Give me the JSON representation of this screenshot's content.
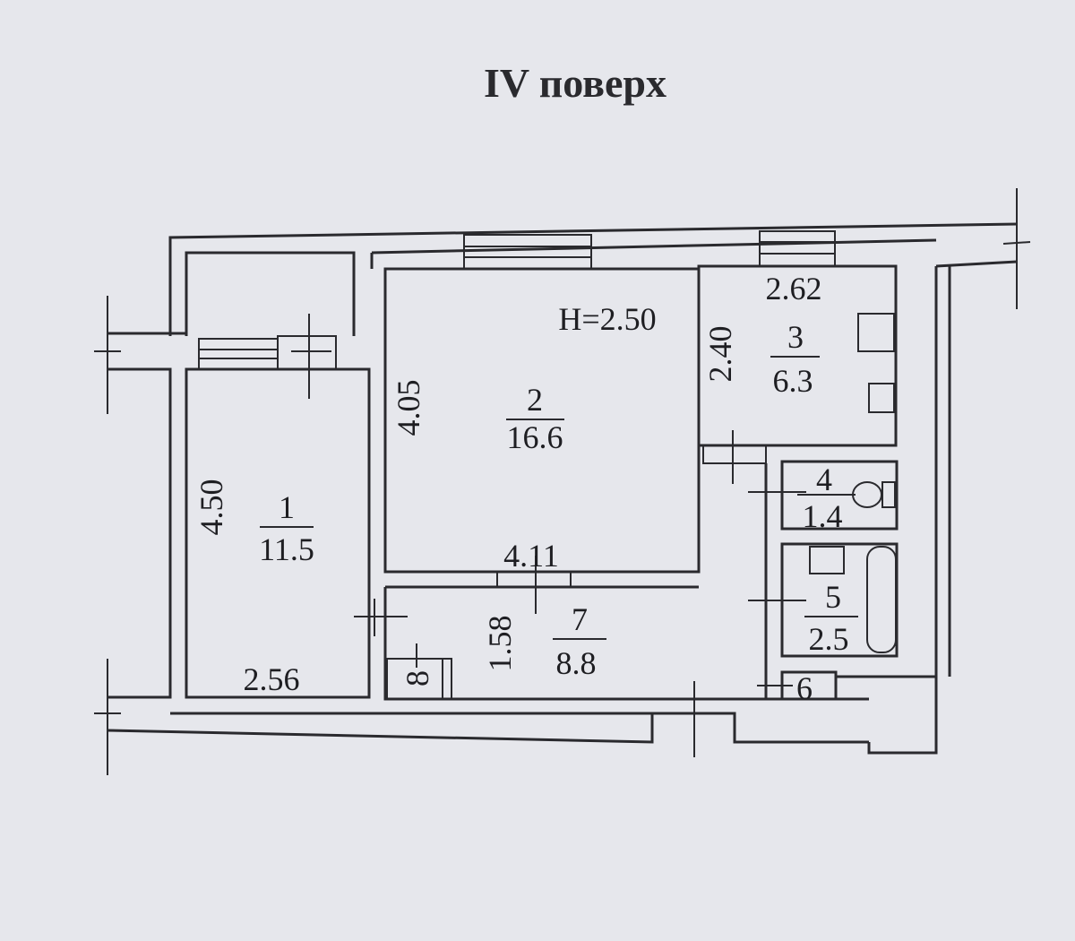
{
  "title": "IV поверх",
  "ceiling_height": "H=2.50",
  "rooms": [
    {
      "number": "1",
      "area": "11.5"
    },
    {
      "number": "2",
      "area": "16.6"
    },
    {
      "number": "3",
      "area": "6.3"
    },
    {
      "number": "4",
      "area": "1.4"
    },
    {
      "number": "5",
      "area": "2.5"
    },
    {
      "number": "6"
    },
    {
      "number": "7",
      "area": "8.8"
    },
    {
      "number": "8"
    }
  ],
  "dimensions": {
    "room1_length": "4.50",
    "room1_width": "2.56",
    "room2_length": "4.05",
    "room2_width": "4.11",
    "room3_width": "2.62",
    "room3_length": "2.40",
    "room7_width": "1.58"
  }
}
